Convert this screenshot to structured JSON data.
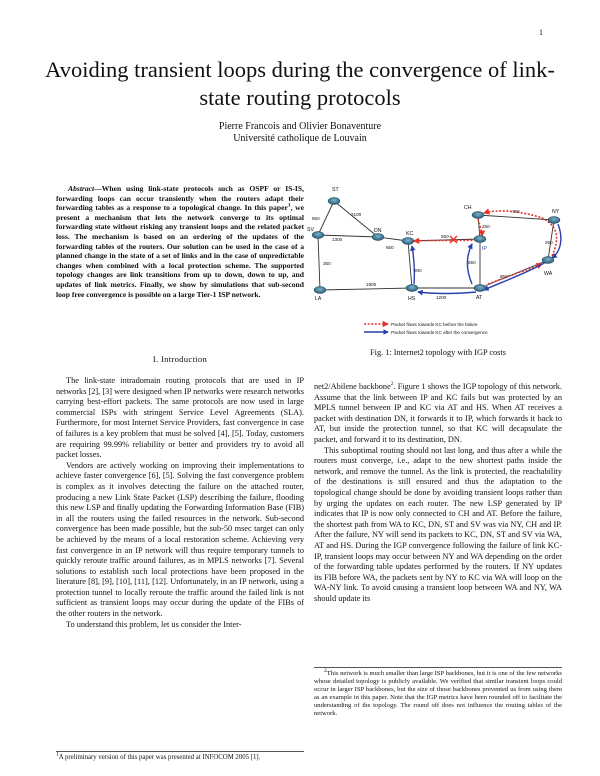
{
  "page_number": "1",
  "title": "Avoiding transient loops during the convergence of link-state routing protocols",
  "authors": {
    "names": "Pierre Francois and Olivier Bonaventure",
    "affiliation": "Université catholique de Louvain"
  },
  "abstract": {
    "lead": "Abstract",
    "dash": "—",
    "text_a": "When using link-state protocols such as OSPF or IS-IS, forwarding loops can occur transiently when the routers adapt their forwarding tables as a response to a topological change. In this paper",
    "fn_mark": "1",
    "text_b": ", we present a mechanism that lets the network converge to its optimal forwarding state without risking any transient loops and the related packet loss. The mechanism is based on an ordering of the updates of the forwarding tables of the routers. Our solution can be used in the case of a planned change in the state of a set of links and in the case of unpredictable changes when combined with a local protection scheme. The supported topology changes are link transitions from up to down, down to up, and updates of link metrics. Finally, we show by simulations that sub-second loop free convergence is possible on a large Tier-1 ISP network."
  },
  "section_heading": "I. Introduction",
  "left_paragraphs": [
    "The link-state intradomain routing protocols that are used in IP networks [2], [3] were designed when IP networks were research networks carrying best-effort packets. The same protocols are now used in large commercial ISPs with stringent Service Level Agreements (SLA). Furthermore, for most Internet Service Providers, fast convergence in case of failures is a key problem that must be solved [4], [5]. Today, customers are requiring 99.99% reliability or better and providers try to avoid all packet losses.",
    "Vendors are actively working on improving their implementations to achieve faster convergence [6], [5]. Solving the fast convergence problem is complex as it involves detecting the failure on the attached router, producing a new Link State Packet (LSP) describing the failure, flooding this new LSP and finally updating the Forwarding Information Base (FIB) in all the routers using the failed resources in the network. Sub-second convergence has been made possible, but the sub-50 msec target can only be achieved by the means of a local restoration scheme. Achieving very fast convergence in an IP network will thus require temporary tunnels to quickly reroute traffic around failures, as in MPLS networks [7]. Several solutions to establish such local protections have been proposed in the literature [8], [9], [10], [11], [12]. Unfortunately, in an IP network, using a protection tunnel to locally reroute the traffic around the failed link is not sufficient as transient loops may occur during the update of the FIBs of the other routers in the network.",
    "To understand this problem, let us consider the Inter-"
  ],
  "footnote_left": {
    "mark": "1",
    "text": "A preliminary version of this paper was presented at INFOCOM 2005 [1]."
  },
  "right_continuation_a": "net2/Abilene backbone",
  "right_continuation_mark": "2",
  "right_continuation_b": ". Figure 1 shows the IGP topology of this network. Assume that the link between IP and KC fails but was protected by an MPLS tunnel between IP and KC via AT and HS. When AT receives a packet with destination DN, it forwards it to IP, which forwards it back to AT, but inside the protection tunnel, so that KC will decapsulate the packet, and forward it to its destination, DN.",
  "right_paragraphs": [
    "This suboptimal routing should not last long, and thus after a while the routers must converge, i.e., adapt to the new shortest paths inside the network, and remove the tunnel. As the link is protected, the reachability of the destinations is still ensured and thus the adaptation to the topological change should be done by avoiding transient loops rather than by urging the updates on each router. The new LSP generated by IP indicates that IP is now only connected to CH and AT. Before the failure, the shortest path from WA to KC, DN, ST and SV was via NY, CH and IP. After the failure, NY will send its packets to KC, DN, ST and SV via WA, AT and HS. During the IGP convergence following the failure of link KC-IP, transient loops may occur between NY and WA depending on the order of the forwarding table updates performed by the routers. If NY updates its FIB before WA, the packets sent by NY to KC via WA will loop on the WA-NY link. To avoid causing a transient loop between WA and NY, WA should update its"
  ],
  "footnote_right": {
    "mark": "2",
    "text": "This network is much smaller than large ISP backbones, but it is one of the few networks whose detailed topology is publicly available. We verified that similar transient loops could occur in larger ISP backbones, but the size of those backbones prevented us from using them as an example in this paper. Note that the IGP metrics have been rounded off to facilitate the understanding of the topology. The round off does not influence the routing tables of the network."
  },
  "figure": {
    "caption": "Fig. 1: Internet2 topology with IGP costs",
    "nodes": [
      "ST",
      "SV",
      "DN",
      "KC",
      "LA",
      "HS",
      "IP",
      "CH",
      "NY",
      "WA",
      "AT"
    ],
    "edge_costs": [
      "850",
      "2100",
      "1300",
      "650",
      "550",
      "250",
      "700",
      "250",
      "350",
      "1900",
      "900",
      "1200",
      "850",
      "650"
    ],
    "legend": {
      "before": "Packet flows towards KC before the failure",
      "after": "Packet flows towards KC after the convergence"
    },
    "colors": {
      "before": "#e8332a",
      "after": "#2a3fb0",
      "router": "#2f6d8c"
    }
  }
}
